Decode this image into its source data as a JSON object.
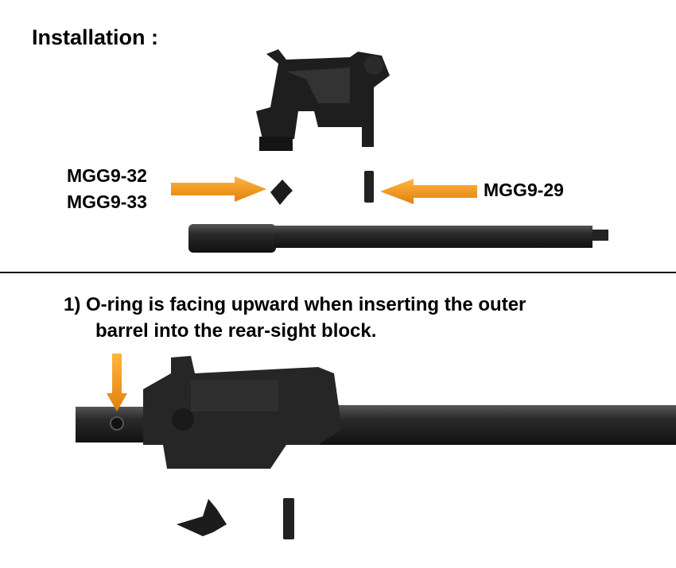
{
  "title": "Installation :",
  "labels": {
    "part_a": "MGG9-32",
    "part_b": "MGG9-33",
    "part_c": "MGG9-29"
  },
  "step1": {
    "line1": "1) O-ring is facing upward when inserting the outer",
    "line2": "barrel into the rear-sight block."
  },
  "colors": {
    "arrow": "#f29a1a",
    "metal": "#2b2b2b"
  }
}
